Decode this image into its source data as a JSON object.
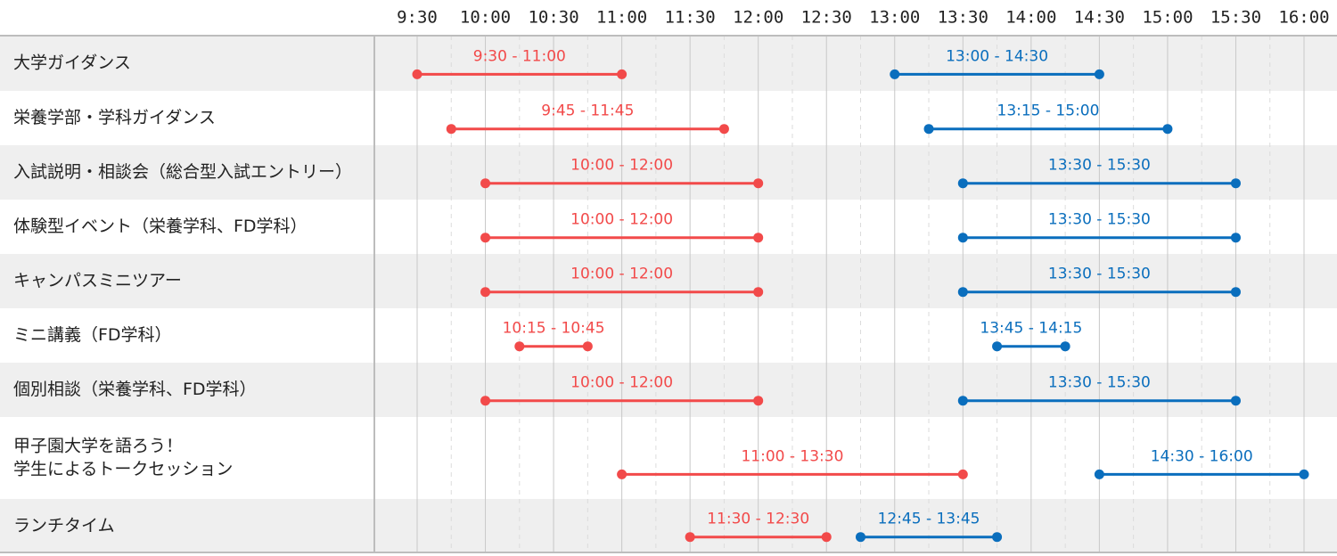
{
  "chart_data": {
    "type": "timeline",
    "time_axis": {
      "start": "9:30",
      "end": "16:00",
      "ticks": [
        "9:30",
        "10:00",
        "10:30",
        "11:00",
        "11:30",
        "12:00",
        "12:30",
        "13:00",
        "13:30",
        "14:00",
        "14:30",
        "15:00",
        "15:30",
        "16:00"
      ]
    },
    "series": [
      {
        "color": "#f24a4a"
      },
      {
        "color": "#0a6ebd"
      }
    ],
    "rows": [
      {
        "label": [
          "大学ガイダンス"
        ],
        "sessions": [
          {
            "series": 0,
            "start": "9:30",
            "end": "11:00",
            "label": "9:30 - 11:00"
          },
          {
            "series": 1,
            "start": "13:00",
            "end": "14:30",
            "label": "13:00 - 14:30"
          }
        ]
      },
      {
        "label": [
          "栄養学部・学科ガイダンス"
        ],
        "sessions": [
          {
            "series": 0,
            "start": "9:45",
            "end": "11:45",
            "label": "9:45 - 11:45"
          },
          {
            "series": 1,
            "start": "13:15",
            "end": "15:00",
            "label": "13:15 - 15:00"
          }
        ]
      },
      {
        "label": [
          "入試説明・相談会（総合型入試エントリー）"
        ],
        "sessions": [
          {
            "series": 0,
            "start": "10:00",
            "end": "12:00",
            "label": "10:00 - 12:00"
          },
          {
            "series": 1,
            "start": "13:30",
            "end": "15:30",
            "label": "13:30 - 15:30"
          }
        ]
      },
      {
        "label": [
          "体験型イベント（栄養学科、FD学科）"
        ],
        "sessions": [
          {
            "series": 0,
            "start": "10:00",
            "end": "12:00",
            "label": "10:00 - 12:00"
          },
          {
            "series": 1,
            "start": "13:30",
            "end": "15:30",
            "label": "13:30 - 15:30"
          }
        ]
      },
      {
        "label": [
          "キャンパスミニツアー"
        ],
        "sessions": [
          {
            "series": 0,
            "start": "10:00",
            "end": "12:00",
            "label": "10:00 - 12:00"
          },
          {
            "series": 1,
            "start": "13:30",
            "end": "15:30",
            "label": "13:30 - 15:30"
          }
        ]
      },
      {
        "label": [
          "ミニ講義（FD学科）"
        ],
        "sessions": [
          {
            "series": 0,
            "start": "10:15",
            "end": "10:45",
            "label": "10:15 - 10:45"
          },
          {
            "series": 1,
            "start": "13:45",
            "end": "14:15",
            "label": "13:45 - 14:15"
          }
        ]
      },
      {
        "label": [
          "個別相談（栄養学科、FD学科）"
        ],
        "sessions": [
          {
            "series": 0,
            "start": "10:00",
            "end": "12:00",
            "label": "10:00 - 12:00"
          },
          {
            "series": 1,
            "start": "13:30",
            "end": "15:30",
            "label": "13:30 - 15:30"
          }
        ]
      },
      {
        "label": [
          "甲子園大学を語ろう！",
          "学生によるトークセッション"
        ],
        "sessions": [
          {
            "series": 0,
            "start": "11:00",
            "end": "13:30",
            "label": "11:00 - 13:30"
          },
          {
            "series": 1,
            "start": "14:30",
            "end": "16:00",
            "label": "14:30 - 16:00"
          }
        ]
      },
      {
        "label": [
          "ランチタイム"
        ],
        "sessions": [
          {
            "series": 0,
            "start": "11:30",
            "end": "12:30",
            "label": "11:30 - 12:30"
          },
          {
            "series": 1,
            "start": "12:45",
            "end": "13:45",
            "label": "12:45 - 13:45"
          }
        ]
      }
    ]
  }
}
